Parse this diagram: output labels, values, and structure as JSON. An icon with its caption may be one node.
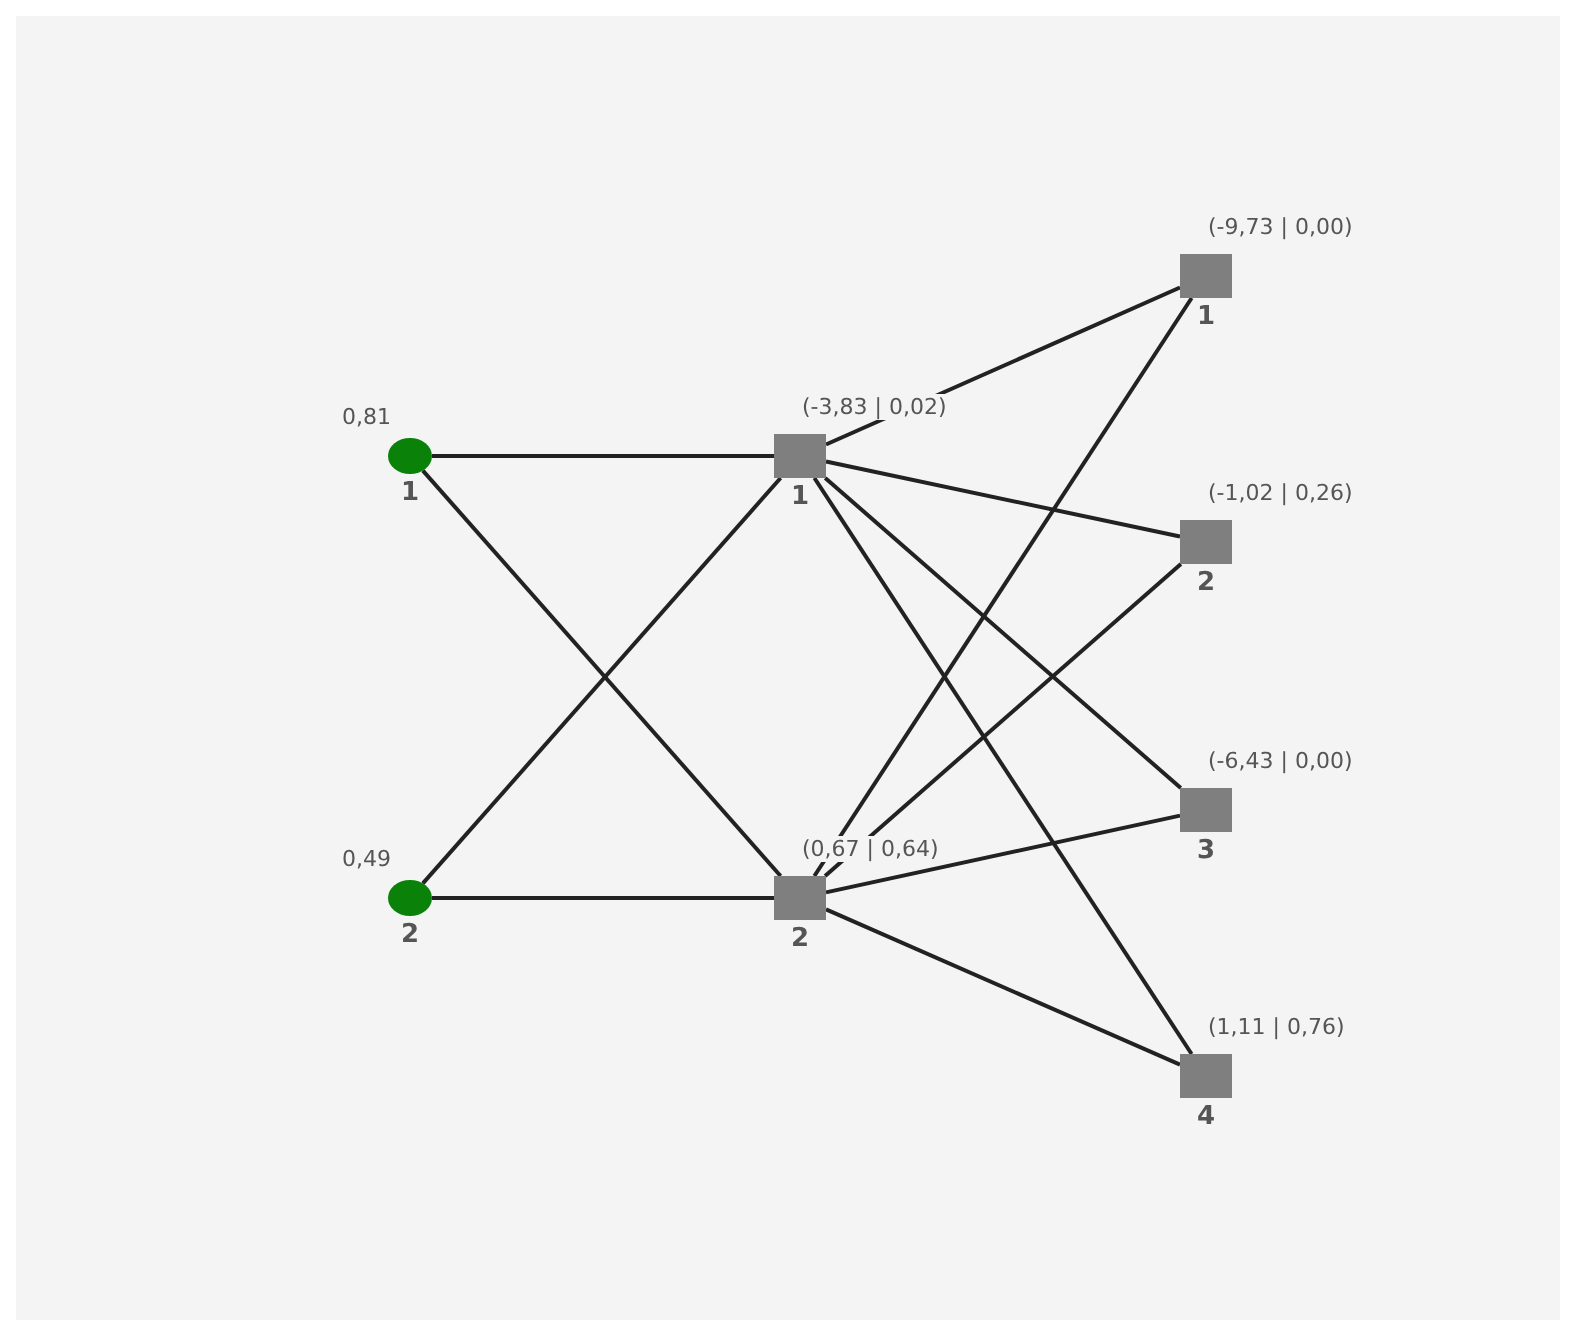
{
  "diagram": {
    "nodes": [
      {
        "text": [],
        "shape": "circle",
        "beside": [
          "0,81",
          "1"
        ]
      },
      {
        "text": [],
        "shape": "circle",
        "beside": [
          "0,49",
          "2"
        ]
      },
      {
        "text": [],
        "shape": "box",
        "beside": [
          "(-3,83 | 0,02)",
          "1"
        ]
      },
      {
        "text": [],
        "shape": "box",
        "beside": [
          "(0,67 | 0,64)",
          "2"
        ]
      },
      {
        "text": [],
        "shape": "box",
        "beside": [
          "(-9,73 | 0,00)",
          "1"
        ]
      },
      {
        "text": [],
        "shape": "box",
        "beside": [
          "(-1,02 | 0,26)",
          "2"
        ]
      },
      {
        "text": [],
        "shape": "box",
        "beside": [
          "(-6,43 | 0,00)",
          "3"
        ]
      },
      {
        "text": [],
        "shape": "box",
        "beside": [
          "(1,11 | 0,76)",
          "4"
        ]
      }
    ],
    "edges": [
      {
        "from": 0,
        "to": 2,
        "arrow": "none"
      },
      {
        "from": 0,
        "to": 3,
        "arrow": "none"
      },
      {
        "from": 1,
        "to": 2,
        "arrow": "none"
      },
      {
        "from": 1,
        "to": 3,
        "arrow": "none"
      },
      {
        "from": 2,
        "to": 4,
        "arrow": "none"
      },
      {
        "from": 2,
        "to": 5,
        "arrow": "none"
      },
      {
        "from": 2,
        "to": 6,
        "arrow": "none"
      },
      {
        "from": 2,
        "to": 7,
        "arrow": "none"
      },
      {
        "from": 3,
        "to": 4,
        "arrow": "none"
      },
      {
        "from": 3,
        "to": 5,
        "arrow": "none"
      },
      {
        "from": 3,
        "to": 6,
        "arrow": "none"
      },
      {
        "from": 3,
        "to": 7,
        "arrow": "none"
      }
    ]
  }
}
